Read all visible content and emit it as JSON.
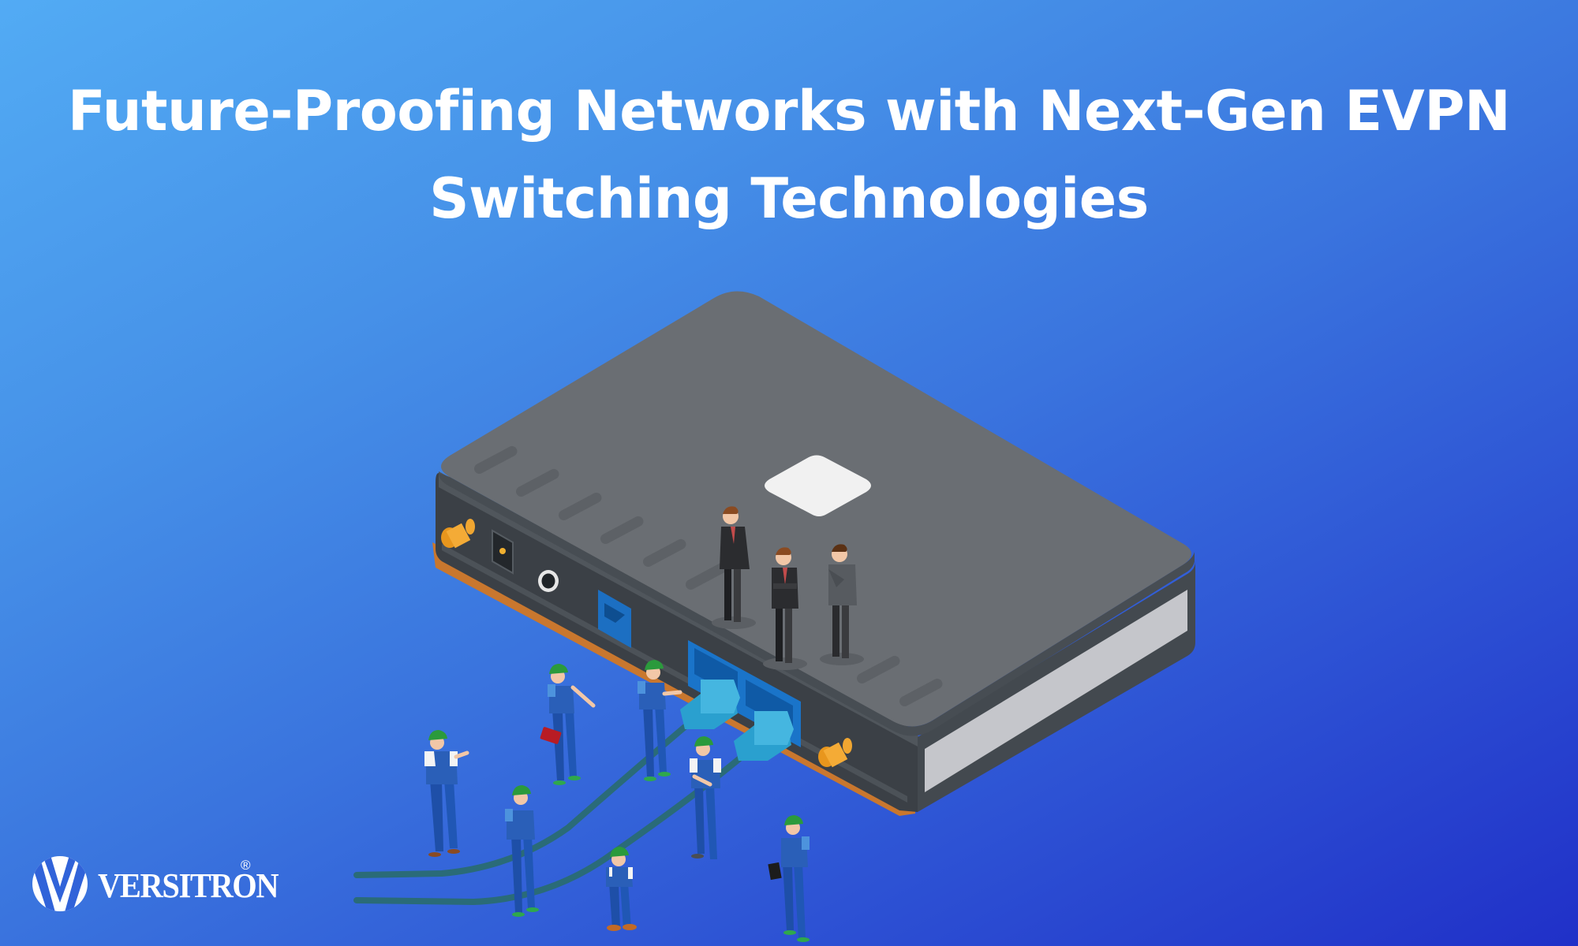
{
  "banner": {
    "title_line1": "Future-Proofing Networks with Next-Gen EVPN",
    "title_line2": "Switching Technologies",
    "background_gradient": [
      "#52abf4",
      "#2030c8"
    ],
    "title_color": "#ffffff"
  },
  "illustration": {
    "subject": "isometric network switch with business people on top and technicians connecting cables",
    "device_colors": {
      "top": "#6a6e73",
      "edge": "#474d53",
      "front": "#3a3f45",
      "side_panel": "#c5c6cb",
      "label": "#f2f2f2",
      "port": "#1a74c9",
      "plug": "#3fb0dc",
      "antenna": "#f0a631",
      "cable": "#2a6b78"
    },
    "businessmen_count": 3,
    "technicians_count": 7
  },
  "logo": {
    "text": "VERSITRON",
    "registered_mark": "®"
  }
}
